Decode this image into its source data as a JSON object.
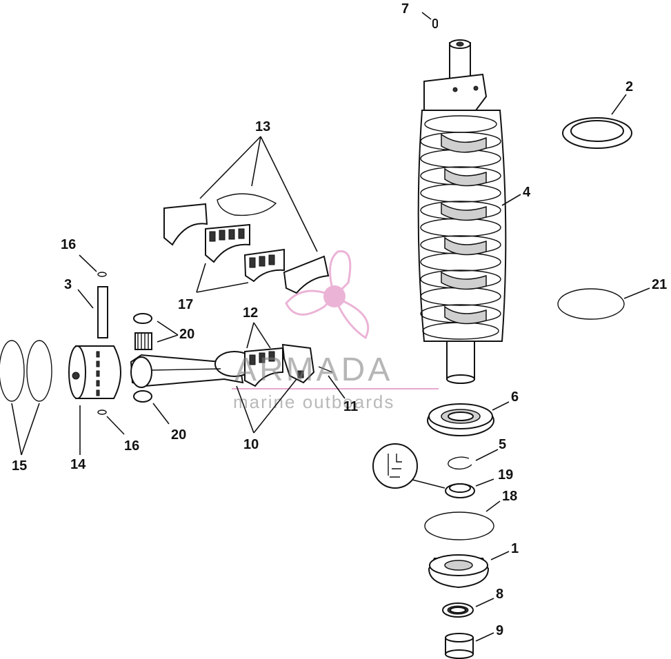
{
  "labels": {
    "l1": "1",
    "l2": "2",
    "l3": "3",
    "l4": "4",
    "l5": "5",
    "l6": "6",
    "l7": "7",
    "l8": "8",
    "l9": "9",
    "l10": "10",
    "l11": "11",
    "l12": "12",
    "l13": "13",
    "l14": "14",
    "l15": "15",
    "l16a": "16",
    "l16b": "16",
    "l17": "17",
    "l18": "18",
    "l19": "19",
    "l20a": "20",
    "l20b": "20",
    "l21": "21"
  },
  "watermark": {
    "brand": "ARMADA",
    "tagline": "marine outboards",
    "colors": {
      "pink": "#e8a6cf",
      "text": "#9a9a9a"
    }
  }
}
